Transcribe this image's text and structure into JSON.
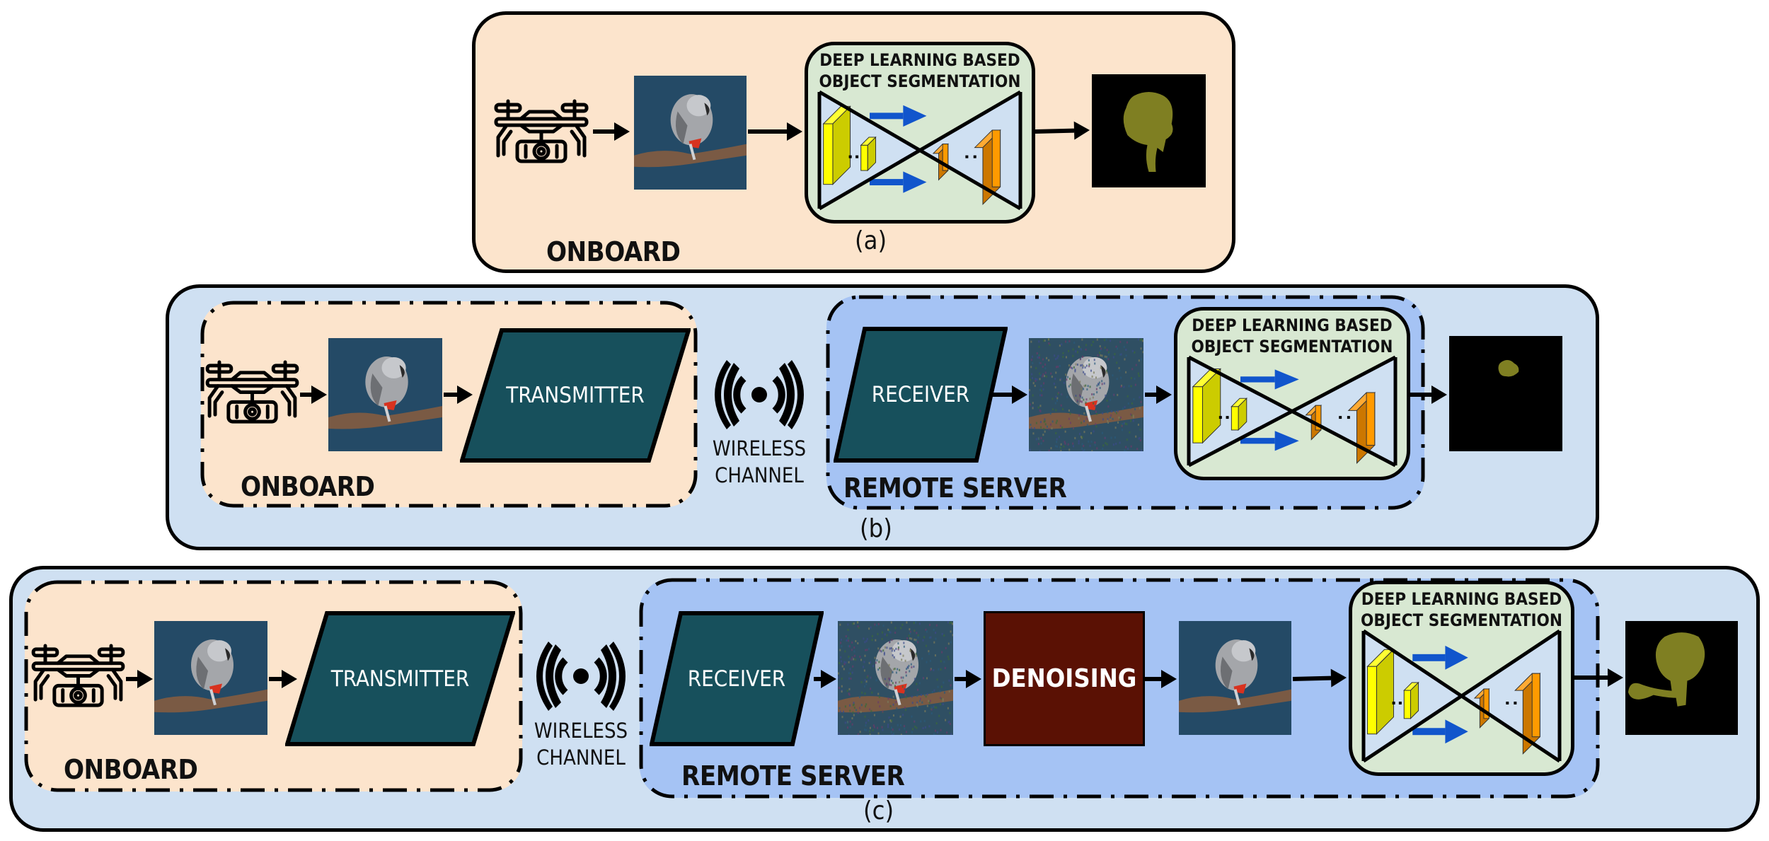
{
  "panels": {
    "a": {
      "caption": "(a)",
      "onboard_label": "ONBOARD",
      "dl_title_line1": "DEEP LEARNING BASED",
      "dl_title_line2": "OBJECT SEGMENTATION"
    },
    "b": {
      "caption": "(b)",
      "onboard_label": "ONBOARD",
      "transmitter_label": "TRANSMITTER",
      "wireless_line1": "WIRELESS",
      "wireless_line2": "CHANNEL",
      "receiver_label": "RECEIVER",
      "remote_label": "REMOTE SERVER",
      "dl_title_line1": "DEEP LEARNING BASED",
      "dl_title_line2": "OBJECT SEGMENTATION"
    },
    "c": {
      "caption": "(c)",
      "onboard_label": "ONBOARD",
      "transmitter_label": "TRANSMITTER",
      "wireless_line1": "WIRELESS",
      "wireless_line2": "CHANNEL",
      "receiver_label": "RECEIVER",
      "denoising_label": "DENOISING",
      "remote_label": "REMOTE SERVER",
      "dl_title_line1": "DEEP LEARNING BASED",
      "dl_title_line2": "OBJECT SEGMENTATION"
    }
  },
  "icons": {
    "drone": "drone-camera-icon",
    "wireless": "wireless-signal-icon",
    "parrot_image": "parrot-photo",
    "noisy_image": "noisy-parrot-photo",
    "mask_image": "segmentation-mask"
  },
  "colors": {
    "onboard_bg": "#fce4cc",
    "outer_blue_bg": "#cfe0f2",
    "remote_bg": "#a5c3f4",
    "tx_rx_fill": "#17505c",
    "denoise_fill": "#5a1104",
    "dl_bg": "#d8e8d2",
    "skip_arrow": "#1155cc",
    "encoder": "#e8e800",
    "decoder": "#e68a00",
    "mask_fg": "#7f7f22"
  }
}
